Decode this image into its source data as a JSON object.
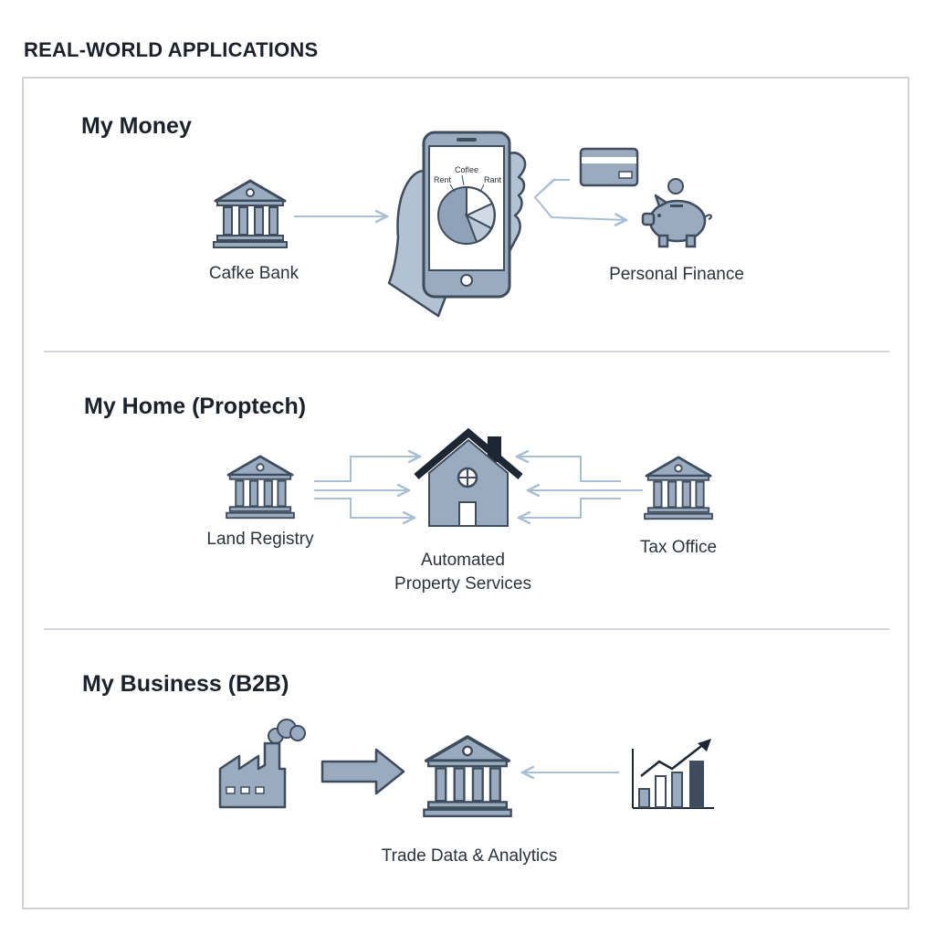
{
  "page_title": "REAL-WORLD APPLICATIONS",
  "sections": {
    "money": {
      "title": "My Money",
      "left_label": "Cafke Bank",
      "right_label": "Personal Finance",
      "phone_chart_labels": [
        "Rent",
        "Coflee",
        "Rant"
      ]
    },
    "home": {
      "title": "My Home (Proptech)",
      "left_label": "Land Registry",
      "center_label_line1": "Automated",
      "center_label_line2": "Property Services",
      "right_label": "Tax Office"
    },
    "business": {
      "title": "My Business (B2B)",
      "center_label": "Trade Data & Analytics"
    }
  },
  "icons": {
    "money_left": "bank-icon",
    "money_center": "smartphone-pie-chart-icon",
    "money_card": "credit-card-icon",
    "money_piggy": "piggy-bank-icon",
    "home_left": "bank-icon",
    "home_center": "house-icon",
    "home_right": "bank-icon",
    "business_left": "factory-icon",
    "business_center": "bank-icon",
    "business_right": "bar-chart-trend-icon"
  },
  "colors": {
    "icon_fill": "#9aabbf",
    "icon_stroke": "#3e4c5e",
    "arrow": "#a8bfd6",
    "roof": "#1c2733"
  }
}
